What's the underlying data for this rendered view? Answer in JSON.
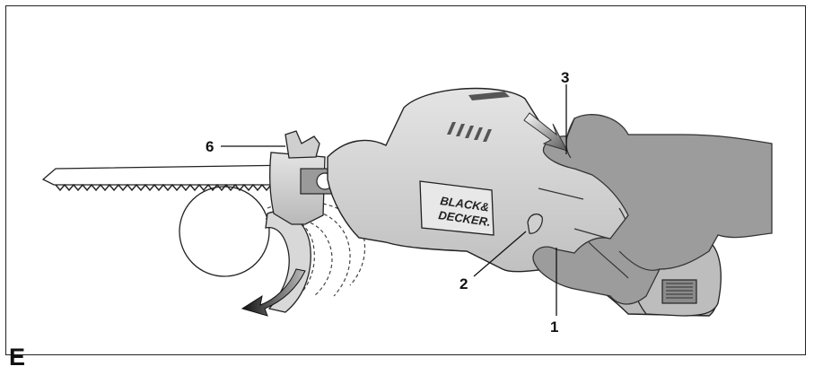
{
  "figure": {
    "letter": "E",
    "brand_line1": "BLACK&",
    "brand_line2": "DECKER.",
    "callouts": [
      {
        "id": "1",
        "label": "1"
      },
      {
        "id": "2",
        "label": "2"
      },
      {
        "id": "3",
        "label": "3"
      },
      {
        "id": "6",
        "label": "6"
      }
    ],
    "icons": [
      "hand-icon",
      "saw-tool-icon",
      "branch-icon",
      "rotation-arrow-icon",
      "press-arrow-icon",
      "battery-icon"
    ]
  }
}
